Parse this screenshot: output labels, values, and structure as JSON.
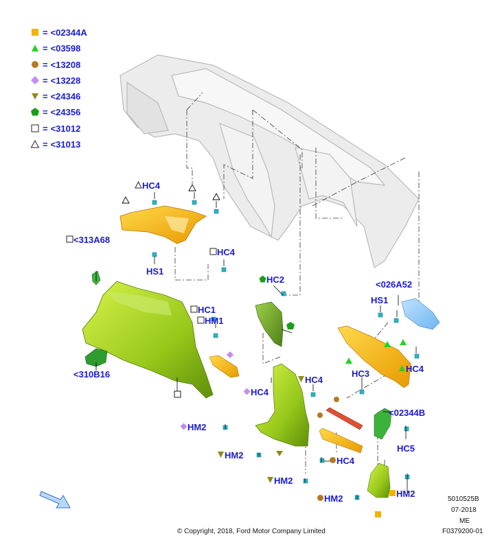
{
  "legend": [
    {
      "symbol": "orange-square",
      "code": "<02344A",
      "color": "#f2b300"
    },
    {
      "symbol": "green-triangle",
      "code": "<03598",
      "color": "#22d422"
    },
    {
      "symbol": "brown-circle",
      "code": "<13208",
      "color": "#b7791f"
    },
    {
      "symbol": "purple-diamond",
      "code": "<13228",
      "color": "#c58cf0"
    },
    {
      "symbol": "olive-triangle-down",
      "code": "<24346",
      "color": "#8f8a14"
    },
    {
      "symbol": "green-pentagon",
      "code": "<24356",
      "color": "#17a017"
    },
    {
      "symbol": "open-square",
      "code": "<31012",
      "color": "#222222"
    },
    {
      "symbol": "open-triangle",
      "code": "<31013",
      "color": "#222222"
    }
  ],
  "legend_eq": "=",
  "callouts": {
    "hc4_a": "HC4",
    "hs1_a": "HS1",
    "c313a68": "<313A68",
    "hc4_b": "HC4",
    "hc1": "HC1",
    "hm1": "HM1",
    "c310b16": "<310B16",
    "hc2": "HC2",
    "c026a52": "<026A52",
    "hs1_b": "HS1",
    "hc3": "HC3",
    "hc4_c": "HC4",
    "hc4_d": "HC4",
    "hc4_e": "HC4",
    "c02344b": "<02344B",
    "hc5": "HC5",
    "hm2_a": "HM2",
    "hm2_b": "HM2",
    "hm2_c": "HM2",
    "hc4_f": "HC4",
    "hm2_d": "HM2",
    "hm2_e": "HM2"
  },
  "meta": {
    "id": "5010525B",
    "date": "07-2018",
    "region": "ME",
    "figure": "F0379200-01"
  },
  "copyright": "© Copyright, 2018, Ford Motor Company Limited",
  "colors": {
    "label": "#1a1ad0",
    "clip": "#27b5c9",
    "yellow_part": "#f2a900",
    "green_part": "#8cc814",
    "dark_green": "#2f9f2f"
  }
}
